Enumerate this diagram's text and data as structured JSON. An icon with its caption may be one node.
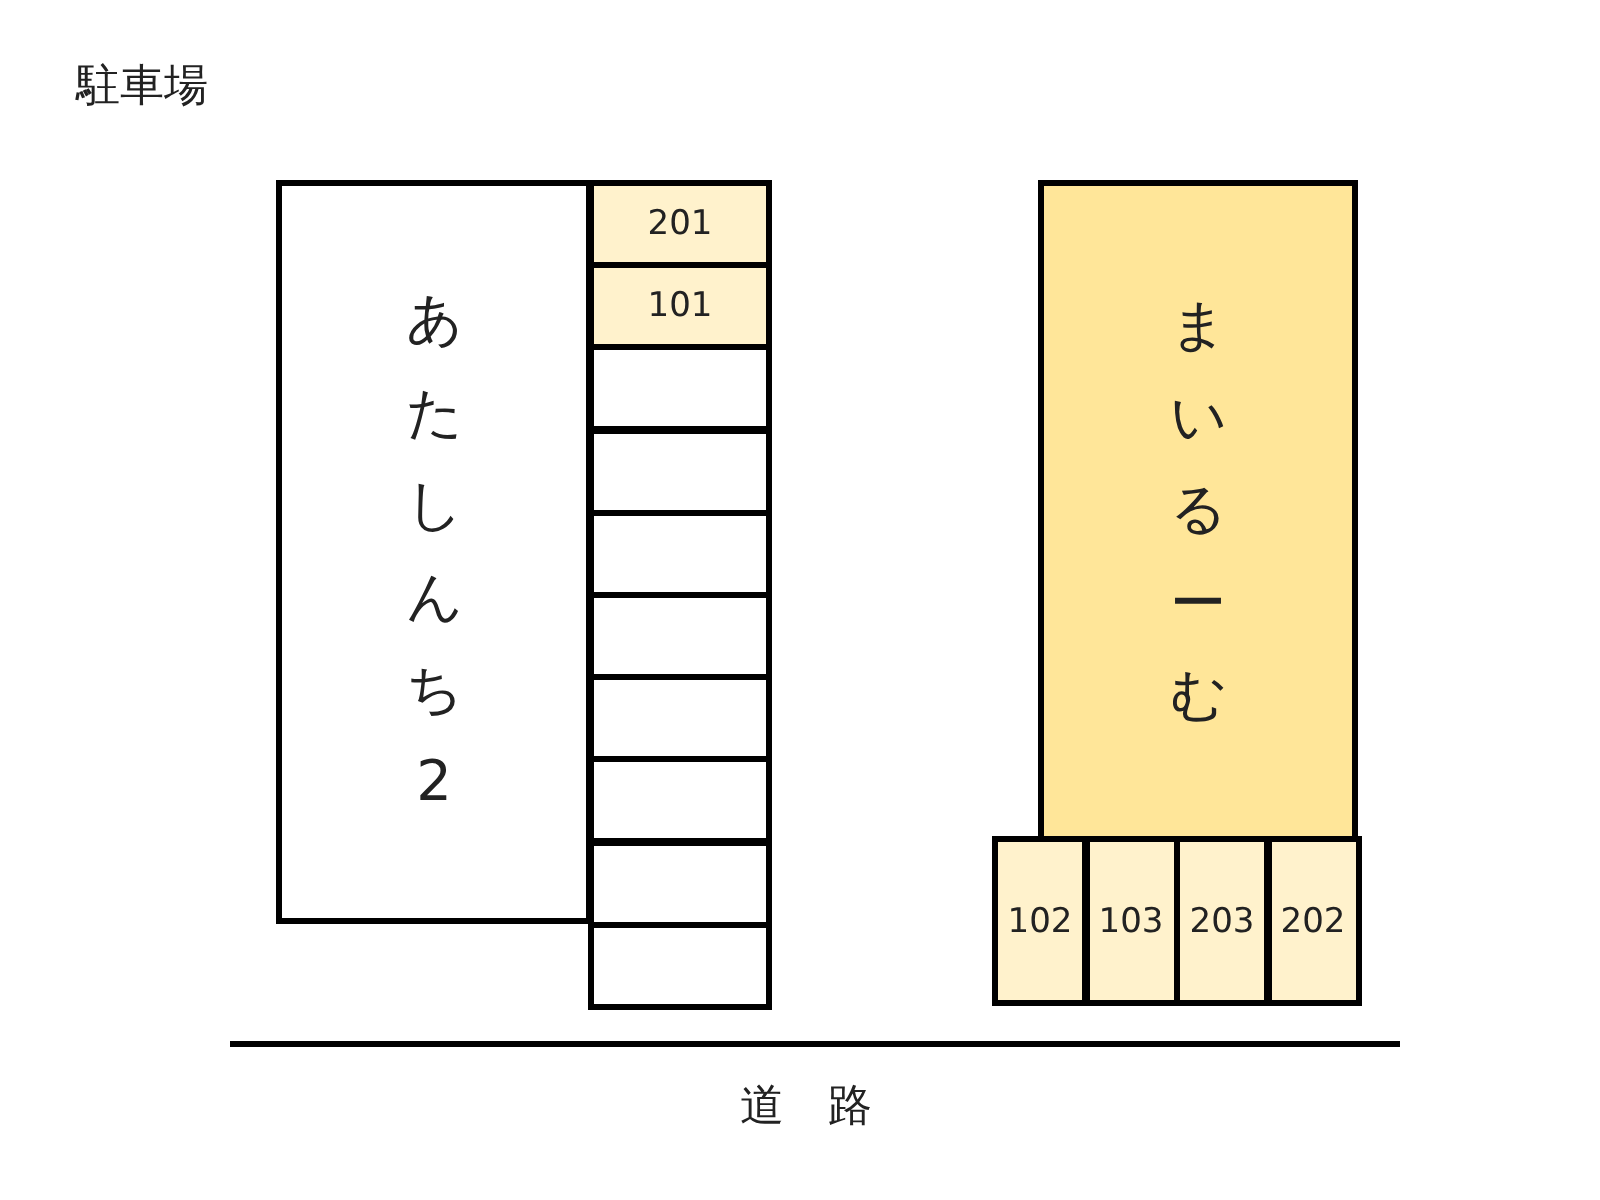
{
  "diagram": {
    "title": "駐車場",
    "nodes": [
      {
        "text": [
          "あたしんち2"
        ]
      },
      {
        "text": [
          "201"
        ]
      },
      {
        "text": [
          "101"
        ]
      },
      {
        "text": [],
        "shape": "box"
      },
      {
        "text": [],
        "shape": "box"
      },
      {
        "text": [],
        "shape": "box"
      },
      {
        "text": [],
        "shape": "box"
      },
      {
        "text": [],
        "shape": "box"
      },
      {
        "text": [],
        "shape": "box"
      },
      {
        "text": [],
        "shape": "box"
      },
      {
        "text": [],
        "shape": "box"
      },
      {
        "text": [
          "まいるーむ"
        ]
      },
      {
        "text": [
          "102"
        ]
      },
      {
        "text": [
          "103"
        ]
      },
      {
        "text": [
          "203"
        ]
      },
      {
        "text": [
          "202"
        ]
      }
    ],
    "labels": [
      "道　路"
    ]
  }
}
